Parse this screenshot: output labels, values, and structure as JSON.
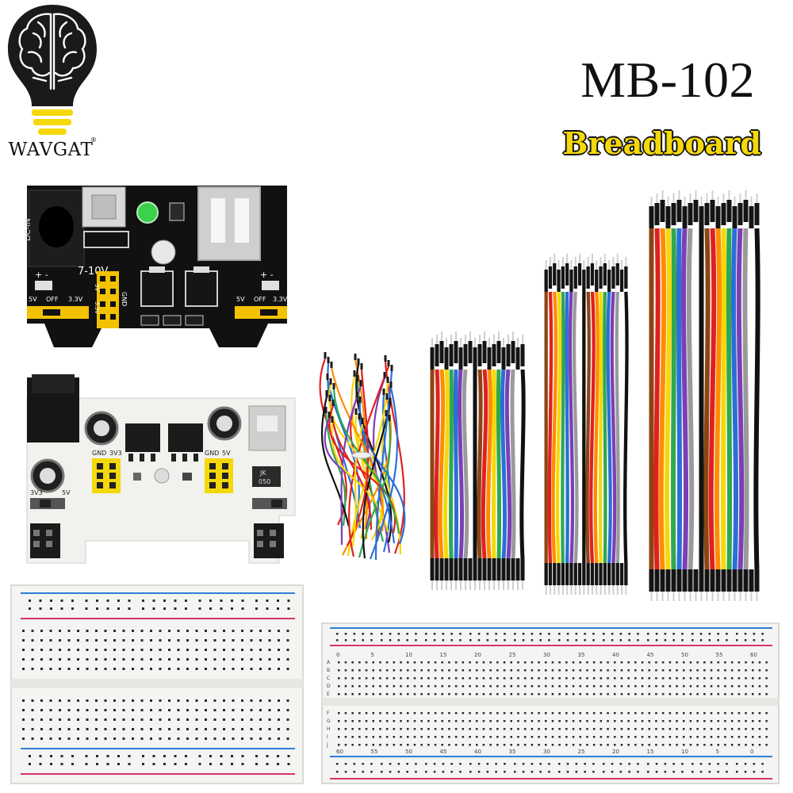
{
  "brand": {
    "name": "WAVGAT",
    "reg": "®"
  },
  "heading": {
    "model": "MB-102",
    "subtitle": "Breadboard"
  },
  "colors": {
    "subtitle_fill": "#f5d80a",
    "pcb_black": "#111111",
    "pcb_white": "#f1f1ee",
    "jumper_yellow": "#f2c200",
    "rail_blue": "#2e7fd8",
    "rail_red": "#d8356a"
  },
  "black_module": {
    "dc_label": "DC-IN",
    "voltage_label": "7-10V",
    "left_switch": {
      "v5": "5V",
      "off": "OFF",
      "v33": "3.3V"
    },
    "right_switch": {
      "v5": "5V",
      "off": "OFF",
      "v33": "3.3V"
    },
    "header_labels": {
      "v5": "5V",
      "v33": "3.3V",
      "gnd": "GND"
    }
  },
  "white_module": {
    "left_labels": {
      "gnd": "GND",
      "v33": "3V3"
    },
    "right_labels": {
      "gnd": "GND",
      "v5": "5V"
    },
    "left_switch": {
      "v33": "3V3",
      "v5": "5V"
    },
    "ic_label": {
      "line1": "JK",
      "line2": "050"
    }
  },
  "large_breadboard": {
    "top_numbers": [
      "0",
      "5",
      "10",
      "15",
      "20",
      "25",
      "30",
      "35",
      "40",
      "45",
      "50",
      "55",
      "60"
    ],
    "bottom_numbers": [
      "60",
      "55",
      "50",
      "45",
      "40",
      "35",
      "30",
      "25",
      "20",
      "15",
      "10",
      "5",
      "0"
    ],
    "row_letters_top": [
      "A",
      "B",
      "C",
      "D",
      "E"
    ],
    "row_letters_bottom": [
      "F",
      "G",
      "H",
      "I",
      "J"
    ]
  }
}
